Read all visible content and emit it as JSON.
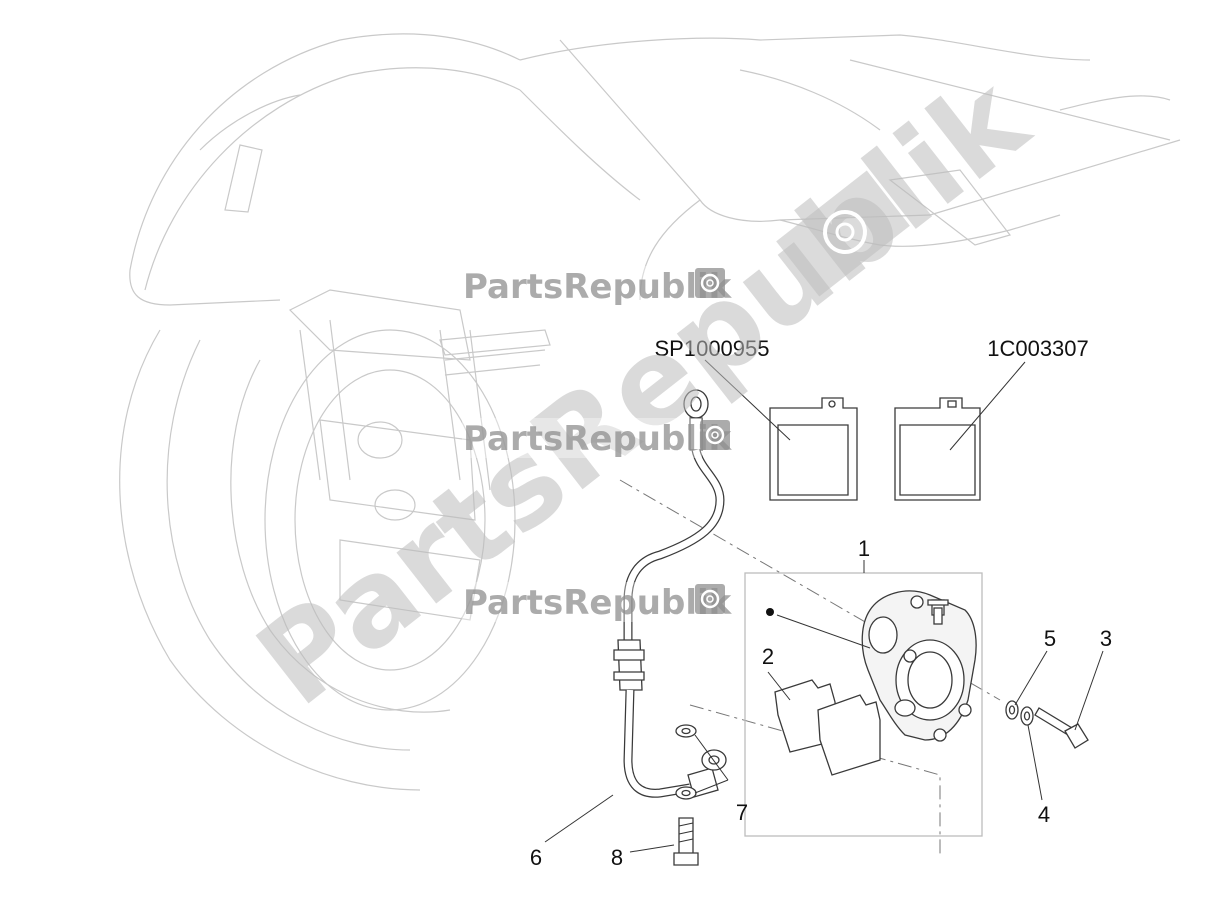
{
  "diagram": {
    "part_codes": {
      "left_pad_kit": "SP1000955",
      "right_pad_kit": "1C003307"
    },
    "callouts": {
      "n1": "1",
      "n2": "2",
      "n3": "3",
      "n4": "4",
      "n5": "5",
      "n6": "6",
      "n7": "7",
      "n8": "8"
    }
  },
  "watermark": {
    "brand": "PartsRepublik",
    "icon": "gear-flag-icon",
    "color": "#8f8f8f"
  }
}
